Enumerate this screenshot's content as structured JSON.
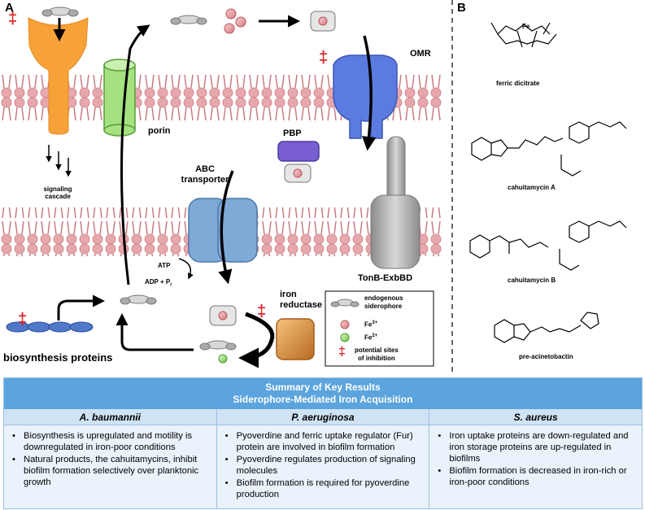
{
  "panel_a": "A",
  "panel_b": "B",
  "dagger": "‡",
  "labels": {
    "porin": "porin",
    "omr": "OMR",
    "pbp": "PBP",
    "signaling_1": "signaling",
    "signaling_2": "cascade",
    "abc_1": "ABC",
    "abc_2": "transporter",
    "atp": "ATP",
    "adp": "ADP + P",
    "adp_sub": "i",
    "tonb": "TonB-ExbBD",
    "iron_1": "iron",
    "iron_2": "reductase",
    "biosynthesis": "biosynthesis  proteins"
  },
  "legend": {
    "endogenous_1": "endogenous",
    "endogenous_2": "siderophore",
    "fe3": "Fe",
    "fe3_sup": "3+",
    "fe2": "Fe",
    "fe2_sup": "2+",
    "inhibition_1": "potential sites",
    "inhibition_2": "of inhibition"
  },
  "structures": {
    "s1": "ferric dicitrate",
    "s2": "cahuitamycin A",
    "s3": "cahuitamycin B",
    "s4": "pre-acinetobactin",
    "fe": "Fe"
  },
  "colors": {
    "membrane": "#e3a0a5",
    "porin": "#a3e27f",
    "omr": "#5b7be0",
    "pbp": "#7a5fd3",
    "abc": "#7fa9d6",
    "tonb": "#a9a9a9",
    "signal": "#f7a238",
    "reductase": "#e0953f",
    "header": "#5ca4dd"
  },
  "summary": {
    "title_1": "Summary of Key Results",
    "title_2": "Siderophore-Mediated Iron Acquisition",
    "columns": [
      {
        "header": "A. baumannii",
        "bullets": [
          "Biosynthesis is upregulated and motility is downregulated in iron-poor conditions",
          "Natural products, the cahuitamycins, inhibit biofilm formation selectively over planktonic growth"
        ]
      },
      {
        "header": "P. aeruginosa",
        "bullets": [
          "Pyoverdine and ferric uptake regulator (Fur) protein are involved in biofilm formation",
          "Pyoverdine regulates production of signaling molecules",
          "Biofilm formation is required for pyoverdine production"
        ]
      },
      {
        "header": "S. aureus",
        "bullets": [
          "Iron uptake proteins are down-regulated and iron storage proteins are up-regulated in biofilms",
          "Biofilm formation is decreased in iron-rich or iron-poor conditions"
        ]
      }
    ]
  }
}
